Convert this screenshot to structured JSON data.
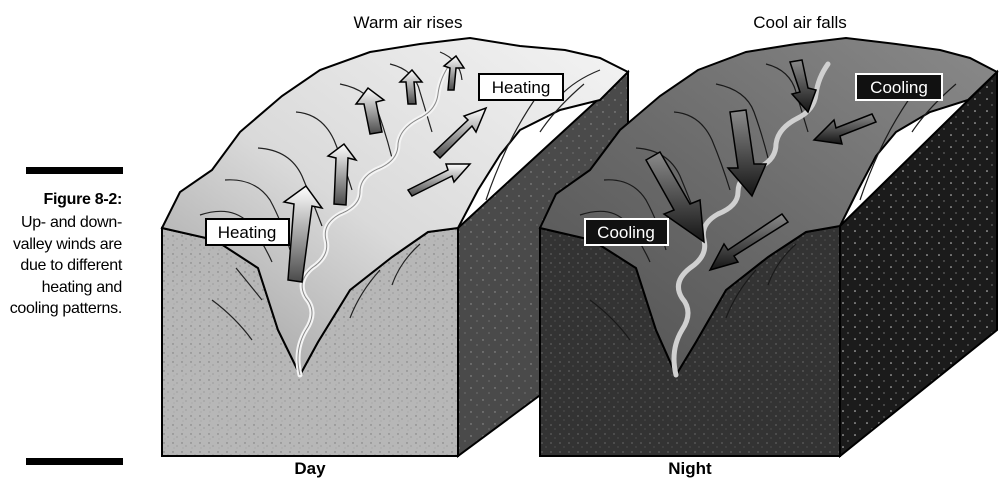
{
  "figure": {
    "number": "Figure 8-2:",
    "caption": "Up- and down-valley winds are due to different heating and cooling patterns."
  },
  "day_panel": {
    "top_label": "Warm air rises",
    "bottom_label": "Day",
    "callouts": [
      "Heating",
      "Heating"
    ]
  },
  "night_panel": {
    "top_label": "Cool air falls",
    "bottom_label": "Night",
    "callouts": [
      "Cooling",
      "Cooling"
    ]
  },
  "colors": {
    "day_ground": "#b9b9b9",
    "day_slope": "#e6e6e6",
    "night_ground": "#3a3a3a",
    "night_slope": "#6e6e6e",
    "river": "#f2f2f2",
    "arrow_dark": "#2a2a2a"
  }
}
